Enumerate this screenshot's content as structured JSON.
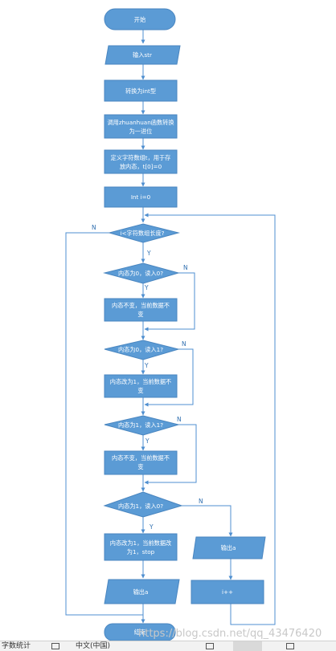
{
  "nodes": {
    "start": "开始",
    "input_str": "输入str",
    "convert_int": "转换为int型",
    "call_fn_line1": "调用zhuanhuan函数转换",
    "call_fn_line2": "为一进位",
    "define_line1": "定义字符数组t，用于存",
    "define_line2": "放内态，t[0]=0",
    "init_i": "Int i=0",
    "cond_loop": "i<字符数组长度?",
    "cond1": "内态为0，读入0?",
    "act1_line1": "内态不变，当前数据不",
    "act1_line2": "变",
    "cond2": "内态为0，读入1?",
    "act2_line1": "内态改为1，当前数据不",
    "act2_line2": "变",
    "cond3": "内态为1，读入1?",
    "act3_line1": "内态不变，当前数据不",
    "act3_line2": "变",
    "cond4": "内态为1，读入0?",
    "act4_line1": "内态改为1，当前数据改",
    "act4_line2": "为1，stop",
    "output_a_left": "输出a",
    "output_a_right": "输出a",
    "incr": "i++",
    "end": "结束"
  },
  "edge_labels": {
    "yes": "Y",
    "no": "N"
  },
  "watermark": "https://blog.csdn.net/qq_43476420",
  "taskbar": {
    "left_text": "字数统计",
    "mid_text": "中文(中国)"
  },
  "colors": {
    "fill": "#5b9bd5",
    "stroke": "#4a86c0",
    "line": "#4f8fd0",
    "text": "#ffffff"
  }
}
